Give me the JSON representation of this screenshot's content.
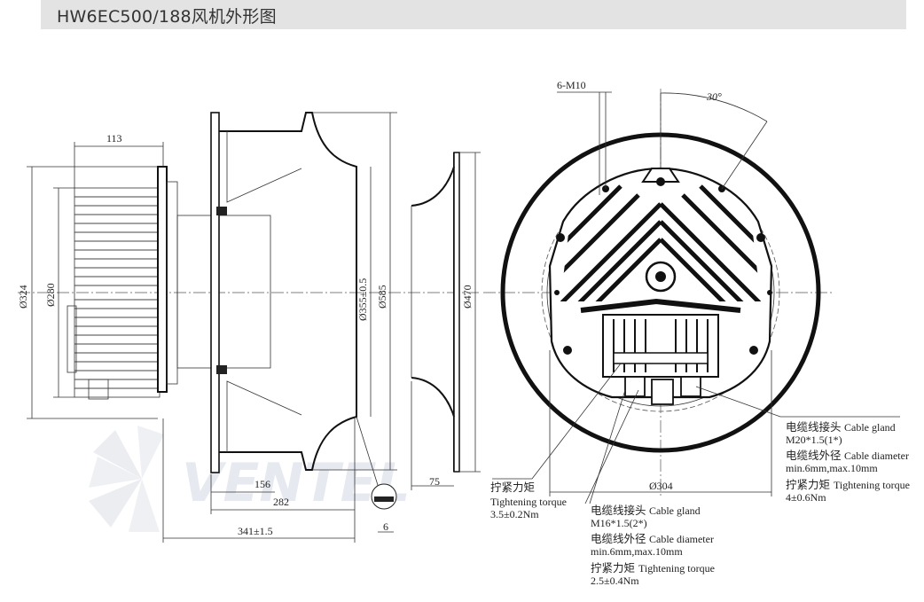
{
  "header": {
    "title": "HW6EC500/188风机外形图"
  },
  "side_view": {
    "dims": {
      "d_top": "113",
      "d_324": "Ø324",
      "d_280": "Ø280",
      "d_355": "Ø355±0.5",
      "d_585": "Ø585",
      "d_470": "Ø470",
      "d_156": "156",
      "d_282": "282",
      "d_341": "341±1.5",
      "d_75": "75",
      "d_6": "6"
    }
  },
  "front_view": {
    "bolt_label": "6-M10",
    "angle_label": "30°",
    "d_304": "Ø304"
  },
  "notes": {
    "right": {
      "gland_cn": "电缆线接头",
      "gland_en": "Cable gland",
      "gland_spec": "M20*1.5(1*)",
      "diam_cn": "电缆线外径",
      "diam_en": "Cable diameter",
      "diam_spec": "min.6mm,max.10mm",
      "torque_cn": "拧紧力矩",
      "torque_en": "Tightening torque",
      "torque_spec": "4±0.6Nm"
    },
    "bottom": {
      "gland_cn": "电缆线接头",
      "gland_en": "Cable gland",
      "gland_spec": "M16*1.5(2*)",
      "diam_cn": "电缆线外径",
      "diam_en": "Cable diameter",
      "diam_spec": "min.6mm,max.10mm",
      "torque_cn": "拧紧力矩",
      "torque_en": "Tightening torque",
      "torque_spec": "2.5±0.4Nm"
    },
    "left": {
      "torque_cn": "拧紧力矩",
      "torque_en": "Tightening torque",
      "torque_spec": "3.5±0.2Nm"
    }
  },
  "watermark": {
    "text": "VENTEL"
  }
}
